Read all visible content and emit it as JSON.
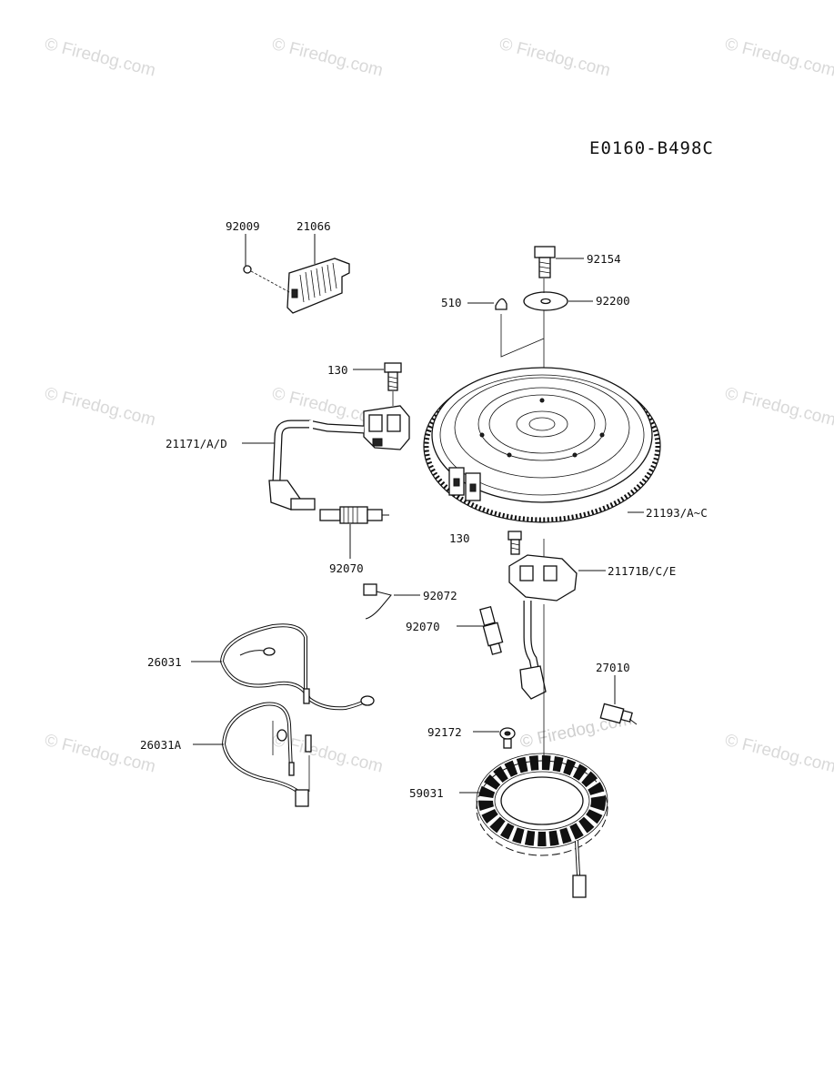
{
  "diagram_code": "E0160-B498C",
  "watermark": "© Firedog.com",
  "parts": [
    {
      "id": "p92009",
      "label": "92009"
    },
    {
      "id": "p21066",
      "label": "21066"
    },
    {
      "id": "p92154",
      "label": "92154"
    },
    {
      "id": "p510",
      "label": "510"
    },
    {
      "id": "p92200",
      "label": "92200"
    },
    {
      "id": "p130a",
      "label": "130"
    },
    {
      "id": "p21171AD",
      "label": "21171/A/D"
    },
    {
      "id": "p92070a",
      "label": "92070"
    },
    {
      "id": "p21193",
      "label": "21193/A~C"
    },
    {
      "id": "p130b",
      "label": "130"
    },
    {
      "id": "p21171BCE",
      "label": "21171B/C/E"
    },
    {
      "id": "p92072",
      "label": "92072"
    },
    {
      "id": "p92070b",
      "label": "92070"
    },
    {
      "id": "p26031",
      "label": "26031"
    },
    {
      "id": "p27010",
      "label": "27010"
    },
    {
      "id": "p26031A",
      "label": "26031A"
    },
    {
      "id": "p92172",
      "label": "92172"
    },
    {
      "id": "p59031",
      "label": "59031"
    }
  ]
}
